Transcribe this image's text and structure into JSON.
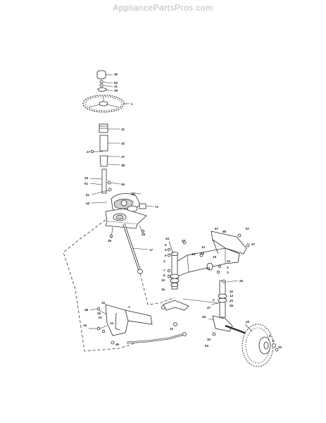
{
  "header": {
    "site": "AppliancePartsPros.com"
  },
  "callouts": [
    {
      "id": "c35",
      "text": "35"
    },
    {
      "id": "c63",
      "text": "63"
    },
    {
      "id": "c11",
      "text": "11"
    },
    {
      "id": "c28a",
      "text": "28"
    },
    {
      "id": "c1",
      "text": "1"
    },
    {
      "id": "c41",
      "text": "41"
    },
    {
      "id": "c42",
      "text": "42"
    },
    {
      "id": "c27a",
      "text": "27"
    },
    {
      "id": "c37",
      "text": "37"
    },
    {
      "id": "c38",
      "text": "38"
    },
    {
      "id": "c44a",
      "text": "44"
    },
    {
      "id": "c51",
      "text": "51"
    },
    {
      "id": "c54",
      "text": "54"
    },
    {
      "id": "c61",
      "text": "61"
    },
    {
      "id": "c55",
      "text": "55"
    },
    {
      "id": "c43a",
      "text": "43"
    },
    {
      "id": "c71",
      "text": "71"
    },
    {
      "id": "c39a",
      "text": "39"
    },
    {
      "id": "c39b",
      "text": "39"
    },
    {
      "id": "c17",
      "text": "17"
    },
    {
      "id": "c44b",
      "text": "44"
    },
    {
      "id": "c47a",
      "text": "47"
    },
    {
      "id": "c5a",
      "text": "5"
    },
    {
      "id": "c6a",
      "text": "6"
    },
    {
      "id": "c18",
      "text": "18"
    },
    {
      "id": "c9a",
      "text": "9"
    },
    {
      "id": "c3a",
      "text": "3"
    },
    {
      "id": "c7a",
      "text": "7"
    },
    {
      "id": "c8a",
      "text": "8"
    },
    {
      "id": "c10a",
      "text": "10"
    },
    {
      "id": "c16a",
      "text": "16"
    },
    {
      "id": "c13",
      "text": "13"
    },
    {
      "id": "c62",
      "text": "62"
    },
    {
      "id": "c19",
      "text": "19"
    },
    {
      "id": "c34",
      "text": "34"
    },
    {
      "id": "c31",
      "text": "31"
    },
    {
      "id": "c67",
      "text": "67"
    },
    {
      "id": "c68",
      "text": "68"
    },
    {
      "id": "c67b",
      "text": "67"
    },
    {
      "id": "c47b",
      "text": "47"
    },
    {
      "id": "c4",
      "text": "4"
    },
    {
      "id": "c3b",
      "text": "3"
    },
    {
      "id": "c25",
      "text": "25"
    },
    {
      "id": "c32",
      "text": "32"
    },
    {
      "id": "c2",
      "text": "2"
    },
    {
      "id": "c12",
      "text": "12"
    },
    {
      "id": "c22",
      "text": "22"
    },
    {
      "id": "c47c",
      "text": "47"
    },
    {
      "id": "c26",
      "text": "26"
    },
    {
      "id": "c28b",
      "text": "28"
    },
    {
      "id": "c30",
      "text": "30"
    },
    {
      "id": "c63b",
      "text": "63"
    },
    {
      "id": "c43b",
      "text": "43"
    },
    {
      "id": "c5b",
      "text": "5"
    },
    {
      "id": "c6b",
      "text": "6"
    },
    {
      "id": "c20",
      "text": "20"
    },
    {
      "id": "c15a",
      "text": "15"
    },
    {
      "id": "c48",
      "text": "48"
    },
    {
      "id": "c29",
      "text": "29"
    },
    {
      "id": "c57",
      "text": "57"
    },
    {
      "id": "c1b",
      "text": "1"
    },
    {
      "id": "c14",
      "text": "14"
    },
    {
      "id": "c15b",
      "text": "15"
    },
    {
      "id": "c46",
      "text": "46"
    },
    {
      "id": "c10b",
      "text": "10"
    }
  ]
}
